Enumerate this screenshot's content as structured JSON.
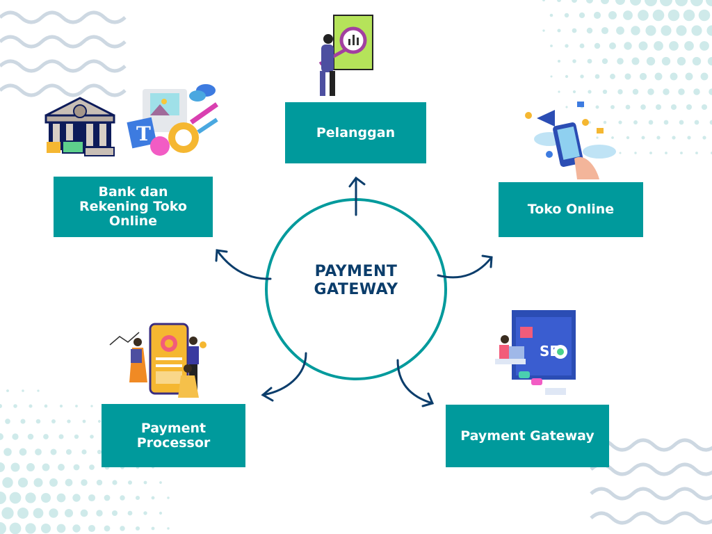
{
  "center": {
    "title": "PAYMENT\nGATEWAY"
  },
  "nodes": {
    "pelanggan": "Pelanggan",
    "bank": "Bank dan\nRekening Toko\nOnline",
    "toko": "Toko Online",
    "processor": "Payment\nProcessor",
    "gateway": "Payment Gateway"
  },
  "colors": {
    "teal": "#009a9c",
    "navy": "#0b3d6b",
    "dots": "#cfeaea",
    "waves": "#cdd8e2"
  },
  "icons": [
    "bank-icon",
    "marketing-icon",
    "customer-analysis-icon",
    "phone-social-icon",
    "payment-processor-icon",
    "seo-laptop-icon"
  ]
}
